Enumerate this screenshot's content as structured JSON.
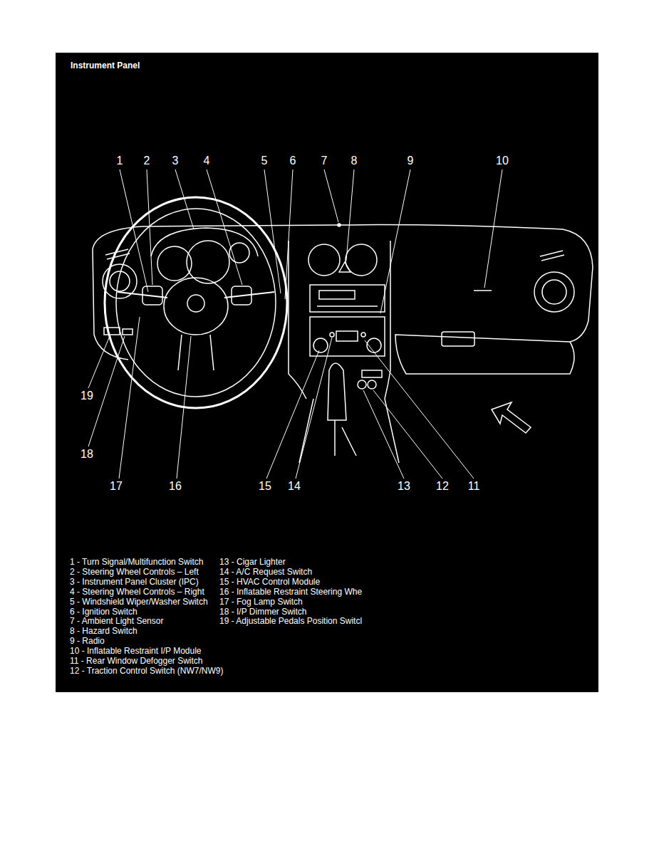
{
  "diagram": {
    "title": "Instrument Panel",
    "labels": [
      "1",
      "2",
      "3",
      "4",
      "5",
      "6",
      "7",
      "8",
      "9",
      "10",
      "19",
      "18",
      "17",
      "16",
      "15",
      "14",
      "13",
      "12",
      "11",
      "1 - Turn Signal/Multifunction Switch",
      "2 - Steering Wheel Controls – Left",
      "3 - Instrument Panel Cluster (IPC)",
      "4 - Steering Wheel Controls – Right",
      "5 - Windshield Wiper/Washer Switch",
      "6 - Ignition Switch",
      "7 - Ambient Light Sensor",
      "8 - Hazard Switch",
      "9 - Radio",
      "10 - Inflatable Restraint I/P Module",
      "11 - Rear Window Defogger Switch",
      "12 - Traction Control Switch (NW7/NW9)",
      "13 - Cigar Lighter",
      "14 - A/C Request Switch",
      "15 - HVAC Control Module",
      "16 - Inflatable Restraint Steering Whe",
      "17 - Fog Lamp Switch",
      "18 - I/P Dimmer Switch",
      "19 - Adjustable Pedals Position Switcl"
    ]
  }
}
